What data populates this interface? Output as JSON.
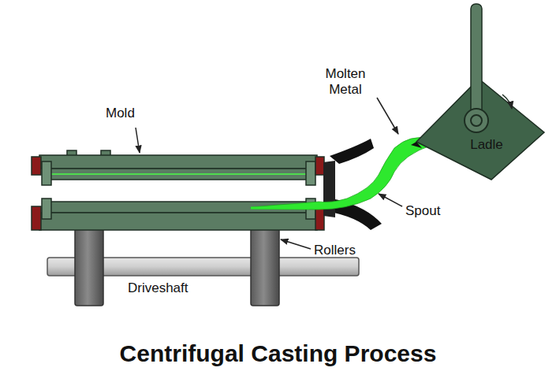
{
  "diagram": {
    "title": "Centrifugal Casting Process",
    "nodes": [
      {
        "text": [
          "Ladle"
        ]
      }
    ],
    "labels": [
      "Mold",
      "Molten Metal",
      "Spout",
      "Rollers",
      "Driveshaft"
    ]
  }
}
